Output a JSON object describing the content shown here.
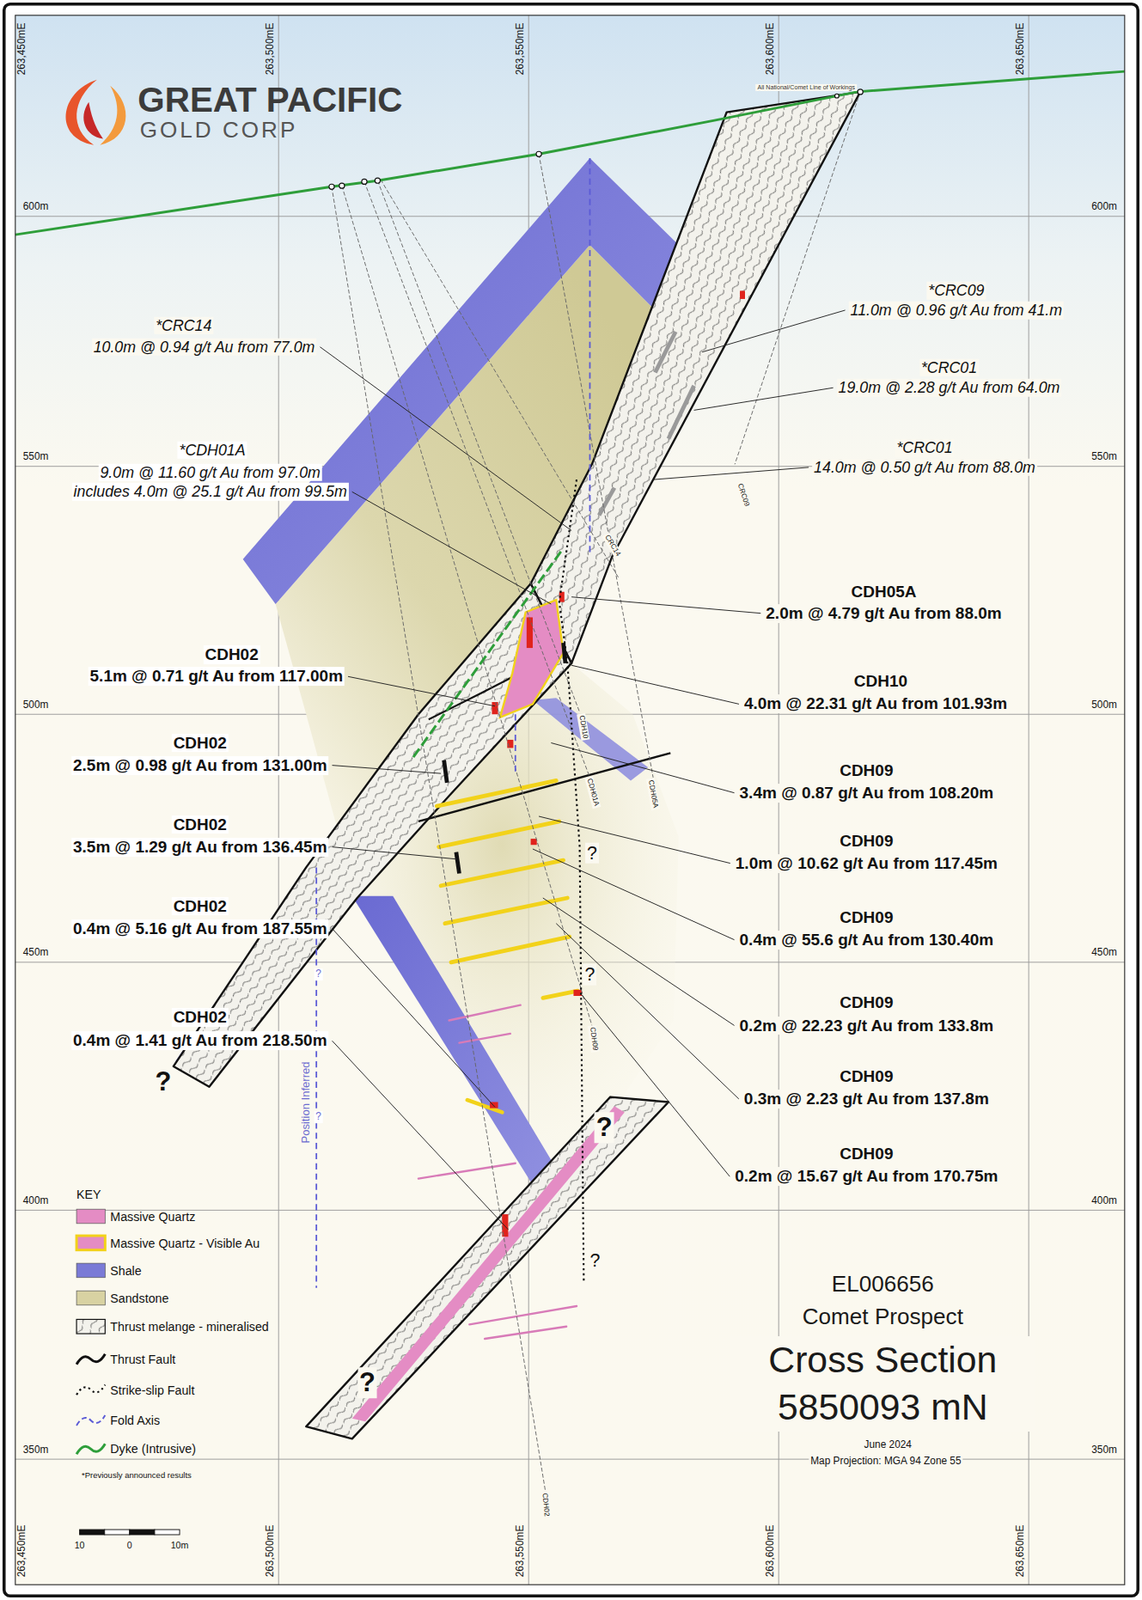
{
  "diagram": {
    "title": "Cross Section 5850093 mN",
    "labels": [
      "263,450mE",
      "263,500mE",
      "263,550mE",
      "263,600mE",
      "263,650mE",
      "263,450mE",
      "263,500mE",
      "263,550mE",
      "263,600mE",
      "263,650mE",
      "600m",
      "600m",
      "550m",
      "550m",
      "500m",
      "500m",
      "450m",
      "450m",
      "400m",
      "400m",
      "350m",
      "350m",
      "GREAT PACIFIC",
      "GOLD CORP",
      "All National/Comet Line of Workings",
      "*CRC14",
      "10.0m @ 0.94 g/t Au from 77.0m",
      "*CDH01A",
      "9.0m @ 11.60 g/t Au from 97.0m",
      "includes 4.0m @ 25.1 g/t Au from 99.5m",
      "*CRC09",
      "11.0m @ 0.96 g/t Au from 41.m",
      "*CRC01",
      "19.0m @ 2.28 g/t Au from 64.0m",
      "*CRC01",
      "14.0m @ 0.50 g/t Au from 88.0m",
      "CDH05A",
      "2.0m @ 4.79 g/t Au from 88.0m",
      "CDH02",
      "5.1m @ 0.71 g/t Au from 117.00m",
      "CDH10",
      "4.0m @ 22.31 g/t Au from 101.93m",
      "CDH02",
      "2.5m @ 0.98 g/t Au from 131.00m",
      "CDH09",
      "3.4m @ 0.87 g/t Au from 108.20m",
      "CDH02",
      "3.5m @ 1.29 g/t Au from 136.45m",
      "CDH09",
      "1.0m @ 10.62 g/t Au from 117.45m",
      "CDH02",
      "0.4m @ 5.16 g/t Au from 187.55m",
      "CDH09",
      "0.4m @ 55.6 g/t Au from 130.40m",
      "CDH02",
      "0.4m @ 1.41 g/t Au from 218.50m",
      "CDH09",
      "0.2m @ 22.23 g/t Au from 133.8m",
      "CDH09",
      "0.3m @ 2.23 g/t Au from 137.8m",
      "CDH09",
      "0.2m @ 15.67 g/t Au from 170.75m",
      "CRC09",
      "CRC14",
      "CDH05A",
      "CDH10",
      "CDH01A",
      "CDH09",
      "CDH02",
      "Position Inferred",
      "?",
      "?",
      "?",
      "?",
      "?",
      "?",
      "?",
      "?",
      "KEY",
      "*Previously announced results",
      "10",
      "0",
      "10m",
      "EL006656",
      "Comet Prospect",
      "June 2024",
      "Map Projection: MGA 94 Zone 55"
    ],
    "legend": [
      {
        "text": "Massive Quartz",
        "color": "#e48cc4"
      },
      {
        "text": "Massive Quartz - Visible Au",
        "color": "#e48cc4"
      },
      {
        "text": "Shale",
        "color": "#7a7ad6"
      },
      {
        "text": "Sandstone",
        "color": "#d8d2a2"
      },
      {
        "text": "Thrust melange - mineralised"
      },
      {
        "text": "Thrust Fault"
      },
      {
        "text": "Strike-slip Fault"
      },
      {
        "text": "Fold Axis"
      },
      {
        "text": "Dyke (Intrusive)"
      }
    ]
  }
}
